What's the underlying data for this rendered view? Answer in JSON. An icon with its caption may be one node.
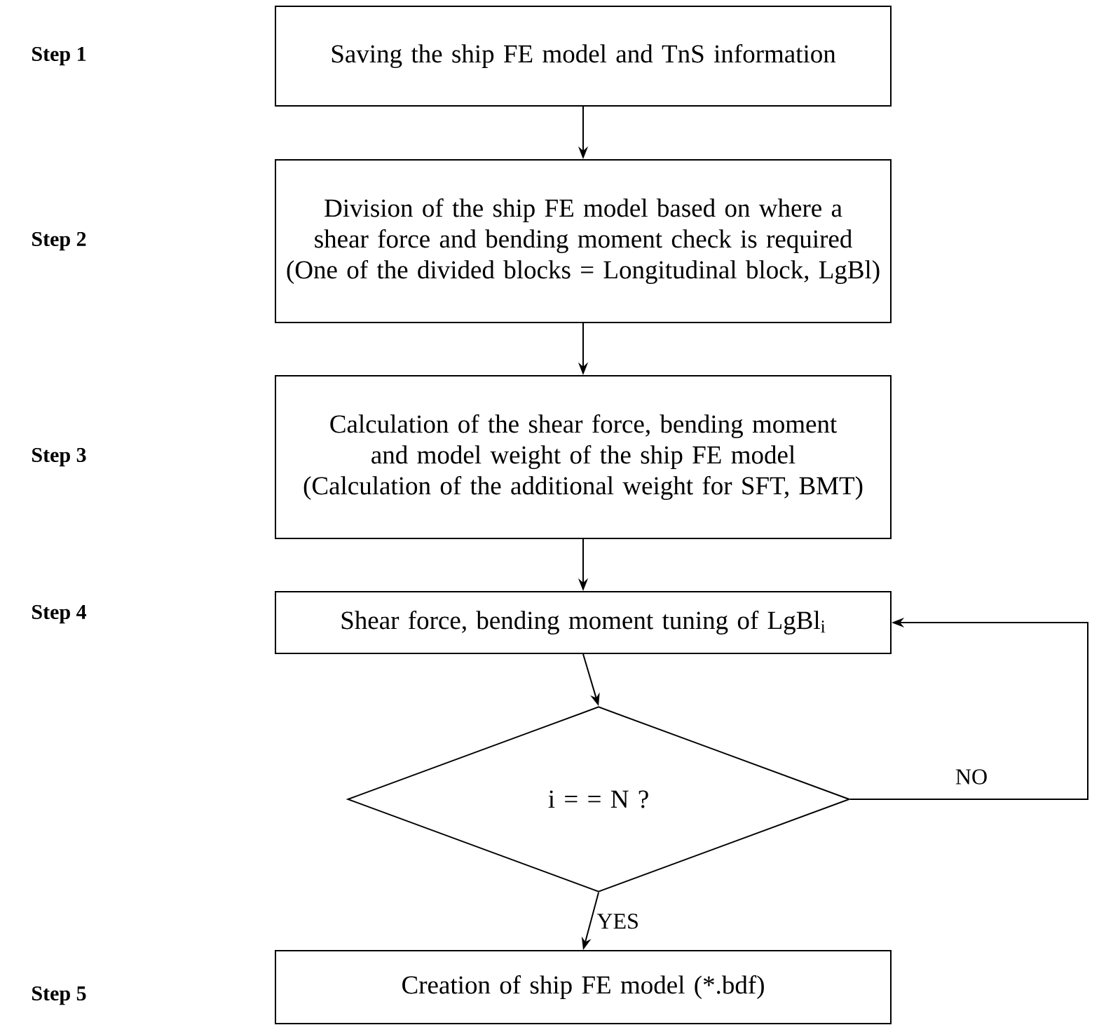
{
  "diagram": {
    "nodes": [
      {
        "text": [
          "Saving the ship FE model and TnS information"
        ]
      },
      {
        "text": [
          "Division of the ship FE model based on where a shear force and bending moment check is required",
          "(One of the divided blocks = Longitudinal block, LgBl)"
        ]
      },
      {
        "text": [
          "Calculation of the shear force, bending moment and model weight of the ship FE model",
          "(Calculation of the additional weight for SFT, BMT)"
        ]
      },
      {
        "text": [
          "Shear force, bending moment tuning of LgBl$_{i}$"
        ]
      },
      {
        "text": [
          "i = = N ?"
        ]
      },
      {
        "text": [
          "Creation of ship FE model (*.bdf)"
        ]
      }
    ],
    "edges": [
      {
        "from": 0,
        "to": 1,
        "arrow": "to"
      },
      {
        "from": 1,
        "to": 2,
        "arrow": "to"
      },
      {
        "from": 2,
        "to": 3,
        "arrow": "to"
      },
      {
        "from": 3,
        "to": 4,
        "arrow": "to"
      },
      {
        "from": 4,
        "to": 5,
        "arrow": "to",
        "label": "YES"
      },
      {
        "from": 4,
        "to": 3,
        "arrow": "to",
        "label": "NO"
      }
    ],
    "labels": [
      "Step 1",
      "Step 2",
      "Step 3",
      "Step 4",
      "Step 5"
    ]
  }
}
